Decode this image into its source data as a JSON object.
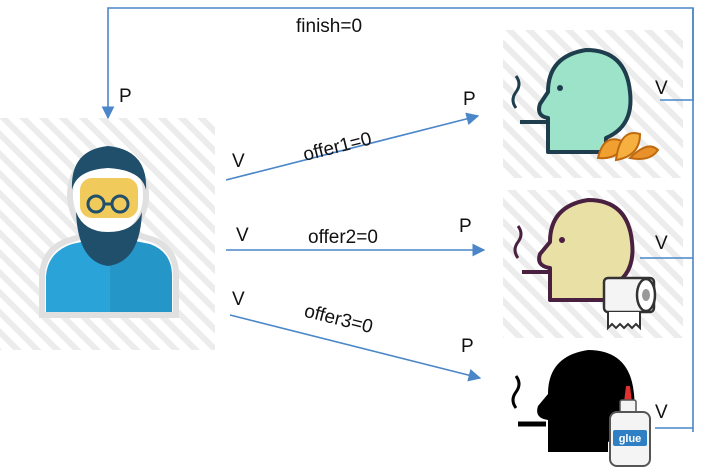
{
  "labels": {
    "finish": "finish=0",
    "p_agent": "P",
    "offer1": "offer1=0",
    "offer2": "offer2=0",
    "offer3": "offer3=0",
    "v_offer1": "V",
    "v_offer2": "V",
    "v_offer3": "V",
    "p_smoker1": "P",
    "p_smoker2": "P",
    "p_smoker3": "P",
    "v_smoker1": "V",
    "v_smoker2": "V",
    "v_smoker3": "V",
    "glue": "glue"
  },
  "nodes": {
    "agent": {
      "icon": "bearded-man-icon"
    },
    "smoker1": {
      "icon": "smoker-head-icon",
      "item": "tobacco-leaves-icon",
      "color": "#9de3c9"
    },
    "smoker2": {
      "icon": "smoker-head-icon",
      "item": "paper-roll-icon",
      "color": "#e8e0a5"
    },
    "smoker3": {
      "icon": "smoker-head-icon",
      "item": "glue-bottle-icon",
      "color": "#000000"
    }
  },
  "colors": {
    "arrows": "#4a86c8",
    "stripes": "#ececec"
  }
}
